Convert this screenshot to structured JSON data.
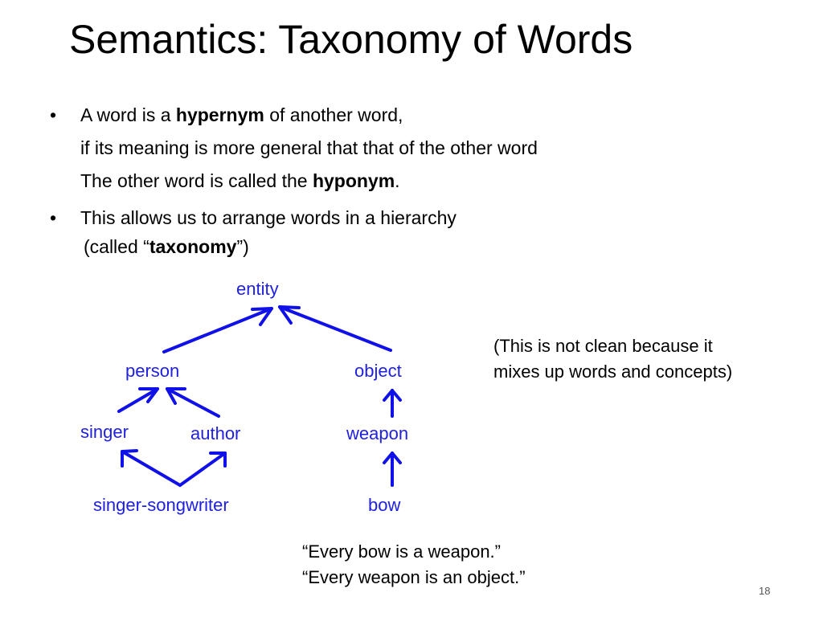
{
  "slide": {
    "title": "Semantics: Taxonomy of Words",
    "page_number": "18",
    "bullets": [
      {
        "marker": "•",
        "line1_pre": "A word is a ",
        "line1_bold": "hypernym",
        "line1_post": " of another word,",
        "line2": "if its meaning is more general that that of the other word",
        "line3_pre": "The other word is called the ",
        "line3_bold": "hyponym",
        "line3_post": "."
      },
      {
        "marker": "•",
        "line1": "This allows us to arrange words in a hierarchy",
        "line2_pre": "(called “",
        "line2_bold": "taxonomy",
        "line2_post": "”)"
      }
    ],
    "taxonomy": {
      "nodes": {
        "entity": "entity",
        "person": "person",
        "object": "object",
        "singer": "singer",
        "author": "author",
        "weapon": "weapon",
        "singer_songwriter": "singer-songwriter",
        "bow": "bow"
      },
      "edges": [
        [
          "person",
          "entity"
        ],
        [
          "object",
          "entity"
        ],
        [
          "singer",
          "person"
        ],
        [
          "author",
          "person"
        ],
        [
          "weapon",
          "object"
        ],
        [
          "singer_songwriter",
          "singer"
        ],
        [
          "singer_songwriter",
          "author"
        ],
        [
          "bow",
          "weapon"
        ]
      ],
      "node_color": "#2020e0",
      "arrow_color": "#1010e8"
    },
    "note_line1": "(This is not clean because it",
    "note_line2": "mixes up words and concepts)",
    "quote_line1": "“Every bow is a weapon.”",
    "quote_line2": "“Every weapon is an object.”"
  }
}
